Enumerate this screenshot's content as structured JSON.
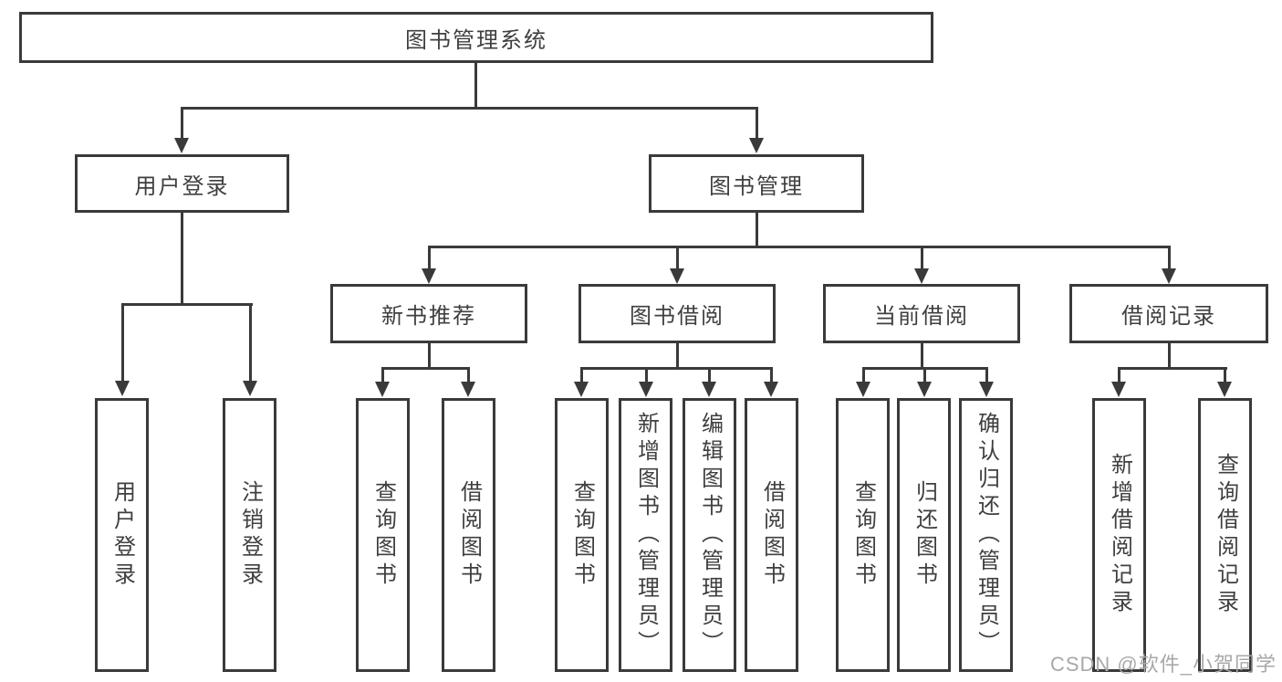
{
  "colors": {
    "line": "#3a3a3a",
    "text": "#3f3f3f",
    "watermark": "#a8a8a8",
    "bg": "#ffffff"
  },
  "diagram": {
    "title": "图书管理系统",
    "root": {
      "label": "图书管理系统"
    },
    "level2": [
      {
        "label": "用户登录",
        "leaves": [
          {
            "label": "用户登录"
          },
          {
            "label": "注销登录"
          }
        ]
      },
      {
        "label": "图书管理",
        "level3": [
          {
            "label": "新书推荐",
            "leaves": [
              {
                "label": "查询图书"
              },
              {
                "label": "借阅图书"
              }
            ]
          },
          {
            "label": "图书借阅",
            "leaves": [
              {
                "label": "查询图书"
              },
              {
                "label": "新增图书（管理员）"
              },
              {
                "label": "编辑图书（管理员）"
              },
              {
                "label": "借阅图书"
              }
            ]
          },
          {
            "label": "当前借阅",
            "leaves": [
              {
                "label": "查询图书"
              },
              {
                "label": "归还图书"
              },
              {
                "label": "确认归还（管理员）"
              }
            ]
          },
          {
            "label": "借阅记录",
            "leaves": [
              {
                "label": "新增借阅记录"
              },
              {
                "label": "查询借阅记录"
              }
            ]
          }
        ]
      }
    ]
  },
  "watermark": {
    "text": "CSDN @软件_小贺同学"
  }
}
